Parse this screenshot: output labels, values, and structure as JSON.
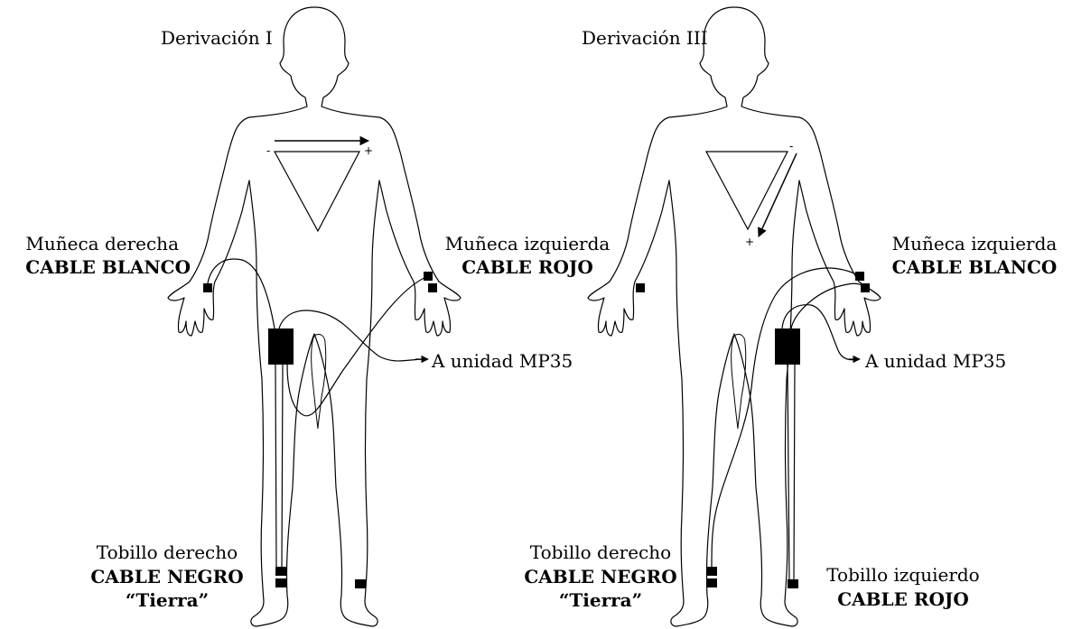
{
  "panels": [
    {
      "title": "Derivación I",
      "labels": {
        "right_wrist": {
          "name": "Muñeca derecha",
          "cable": "CABLE BLANCO"
        },
        "left_wrist": {
          "name": "Muñeca izquierda",
          "cable": "CABLE ROJO"
        },
        "unit": "A unidad MP35",
        "right_ankle": {
          "name": "Tobillo  derecho",
          "cable": "CABLE NEGRO",
          "note": "“Tierra”"
        }
      },
      "minus": "-",
      "plus": "+"
    },
    {
      "title": "Derivación III",
      "labels": {
        "left_wrist": {
          "name": "Muñeca izquierda",
          "cable": "CABLE BLANCO"
        },
        "unit": "A unidad MP35",
        "right_ankle": {
          "name": "Tobillo  derecho",
          "cable": "CABLE NEGRO",
          "note": "“Tierra”"
        },
        "left_ankle": {
          "name": "Tobillo izquierdo",
          "cable": "CABLE ROJO"
        }
      },
      "minus": "-",
      "plus": "+"
    }
  ]
}
